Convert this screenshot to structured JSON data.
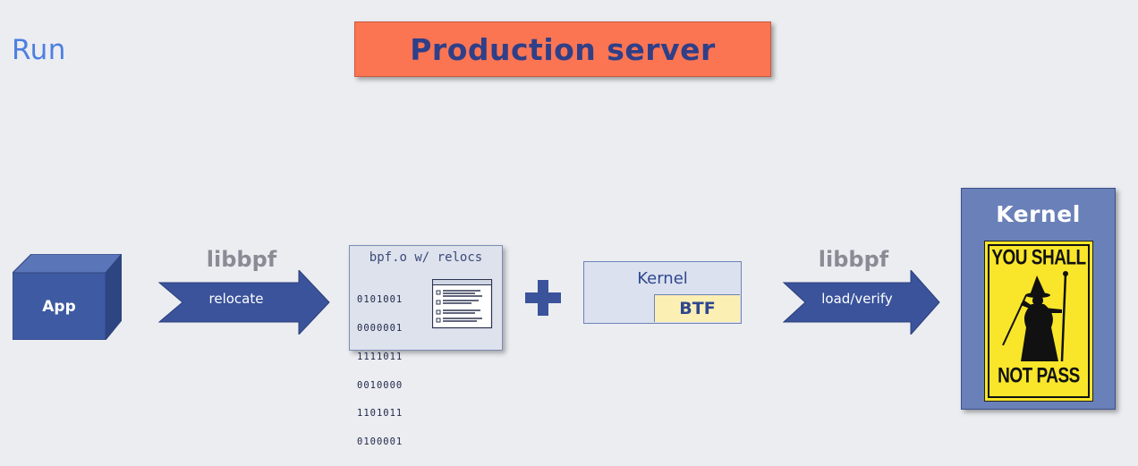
{
  "title": "Run",
  "server_banner": "Production server",
  "app": {
    "label": "App"
  },
  "step1": {
    "title": "libbpf",
    "label": "relocate"
  },
  "bpf_object": {
    "title": "bpf.o w/ relocs",
    "binary_lines": [
      "0101001",
      "0000001",
      "1111011",
      "0010000",
      "1101011",
      "0100001"
    ]
  },
  "kernel_btf": {
    "title": "Kernel",
    "tag": "BTF"
  },
  "step2": {
    "title": "libbpf",
    "label": "load/verify"
  },
  "kernel": {
    "title": "Kernel",
    "sign_top": "YOU SHALL",
    "sign_bottom": "NOT PASS"
  },
  "colors": {
    "accent_blue": "#4d7fe0",
    "arrow_blue": "#3a539b",
    "banner_orange": "#fb7553",
    "kernel_panel": "#6a80b8",
    "sign_yellow": "#f9e62a"
  },
  "icons": [
    "cube-icon",
    "right-arrow-icon",
    "plus-icon",
    "window-icon",
    "wizard-icon"
  ]
}
